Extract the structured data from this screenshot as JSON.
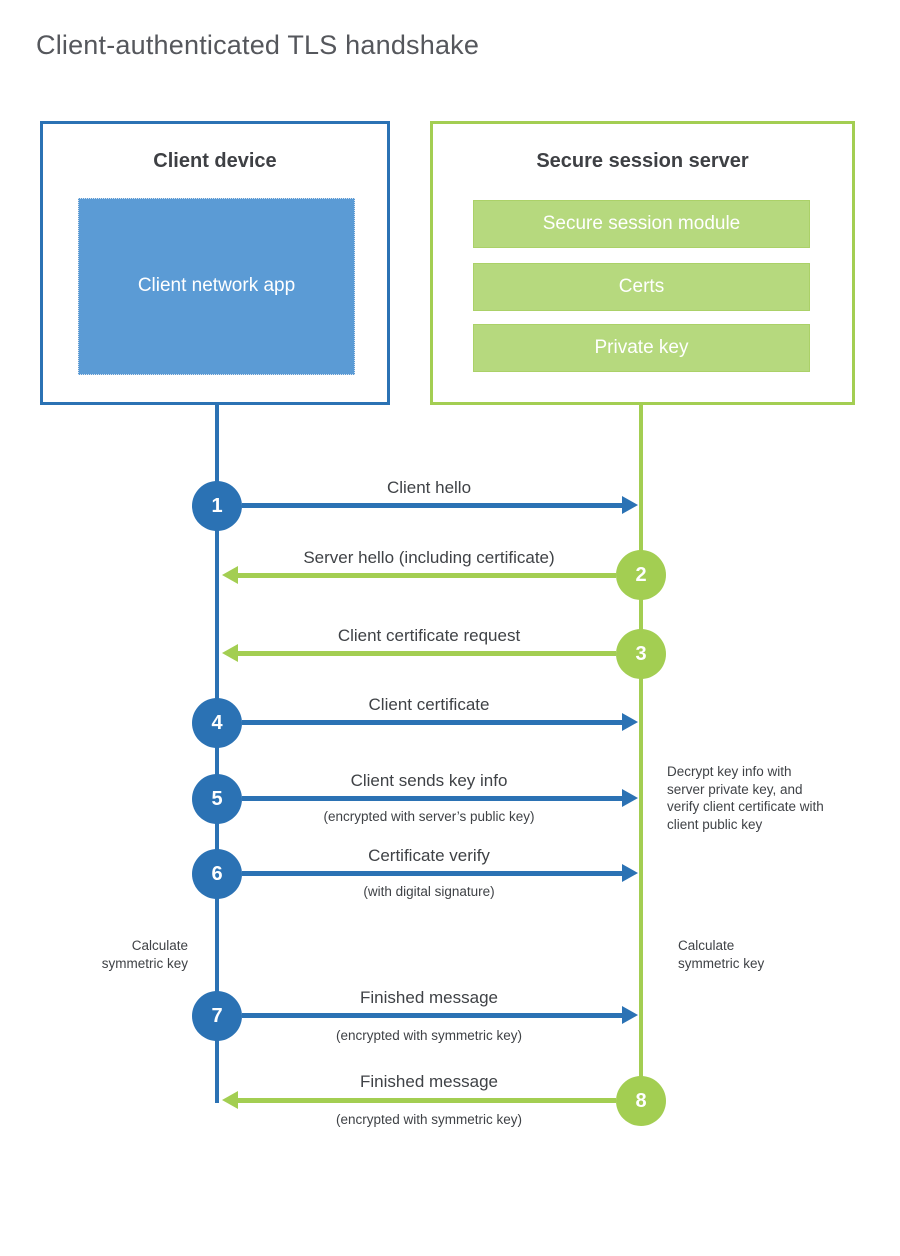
{
  "title": "Client-authenticated TLS handshake",
  "client": {
    "title": "Client device",
    "app_label": "Client network app"
  },
  "server": {
    "title": "Secure session server",
    "modules": [
      "Secure session module",
      "Certs",
      "Private key"
    ]
  },
  "messages": [
    {
      "step": "1",
      "direction": "client-to-server",
      "label": "Client hello",
      "sub": ""
    },
    {
      "step": "2",
      "direction": "server-to-client",
      "label": "Server hello (including certificate)",
      "sub": ""
    },
    {
      "step": "3",
      "direction": "server-to-client",
      "label": "Client certificate request",
      "sub": ""
    },
    {
      "step": "4",
      "direction": "client-to-server",
      "label": "Client certificate",
      "sub": ""
    },
    {
      "step": "5",
      "direction": "client-to-server",
      "label": "Client sends key info",
      "sub": "(encrypted with server’s public key)"
    },
    {
      "step": "6",
      "direction": "client-to-server",
      "label": "Certificate verify",
      "sub": "(with digital signature)"
    },
    {
      "step": "7",
      "direction": "client-to-server",
      "label": "Finished message",
      "sub": "(encrypted with symmetric key)"
    },
    {
      "step": "8",
      "direction": "server-to-client",
      "label": "Finished message",
      "sub": "(encrypted with symmetric key)"
    }
  ],
  "annotations": {
    "decrypt_note": "Decrypt key info with server private key, and verify client certificate with client public key",
    "calc_left": "Calculate symmetric key",
    "calc_right": "Calculate symmetric key"
  },
  "colors": {
    "blue_stroke": "#2b72b4",
    "blue_fill": "#5b9bd5",
    "green_stroke": "#a3ce52",
    "green_fill": "#b6d97e",
    "text_dark": "#3f4246",
    "title_gray": "#55575c"
  }
}
